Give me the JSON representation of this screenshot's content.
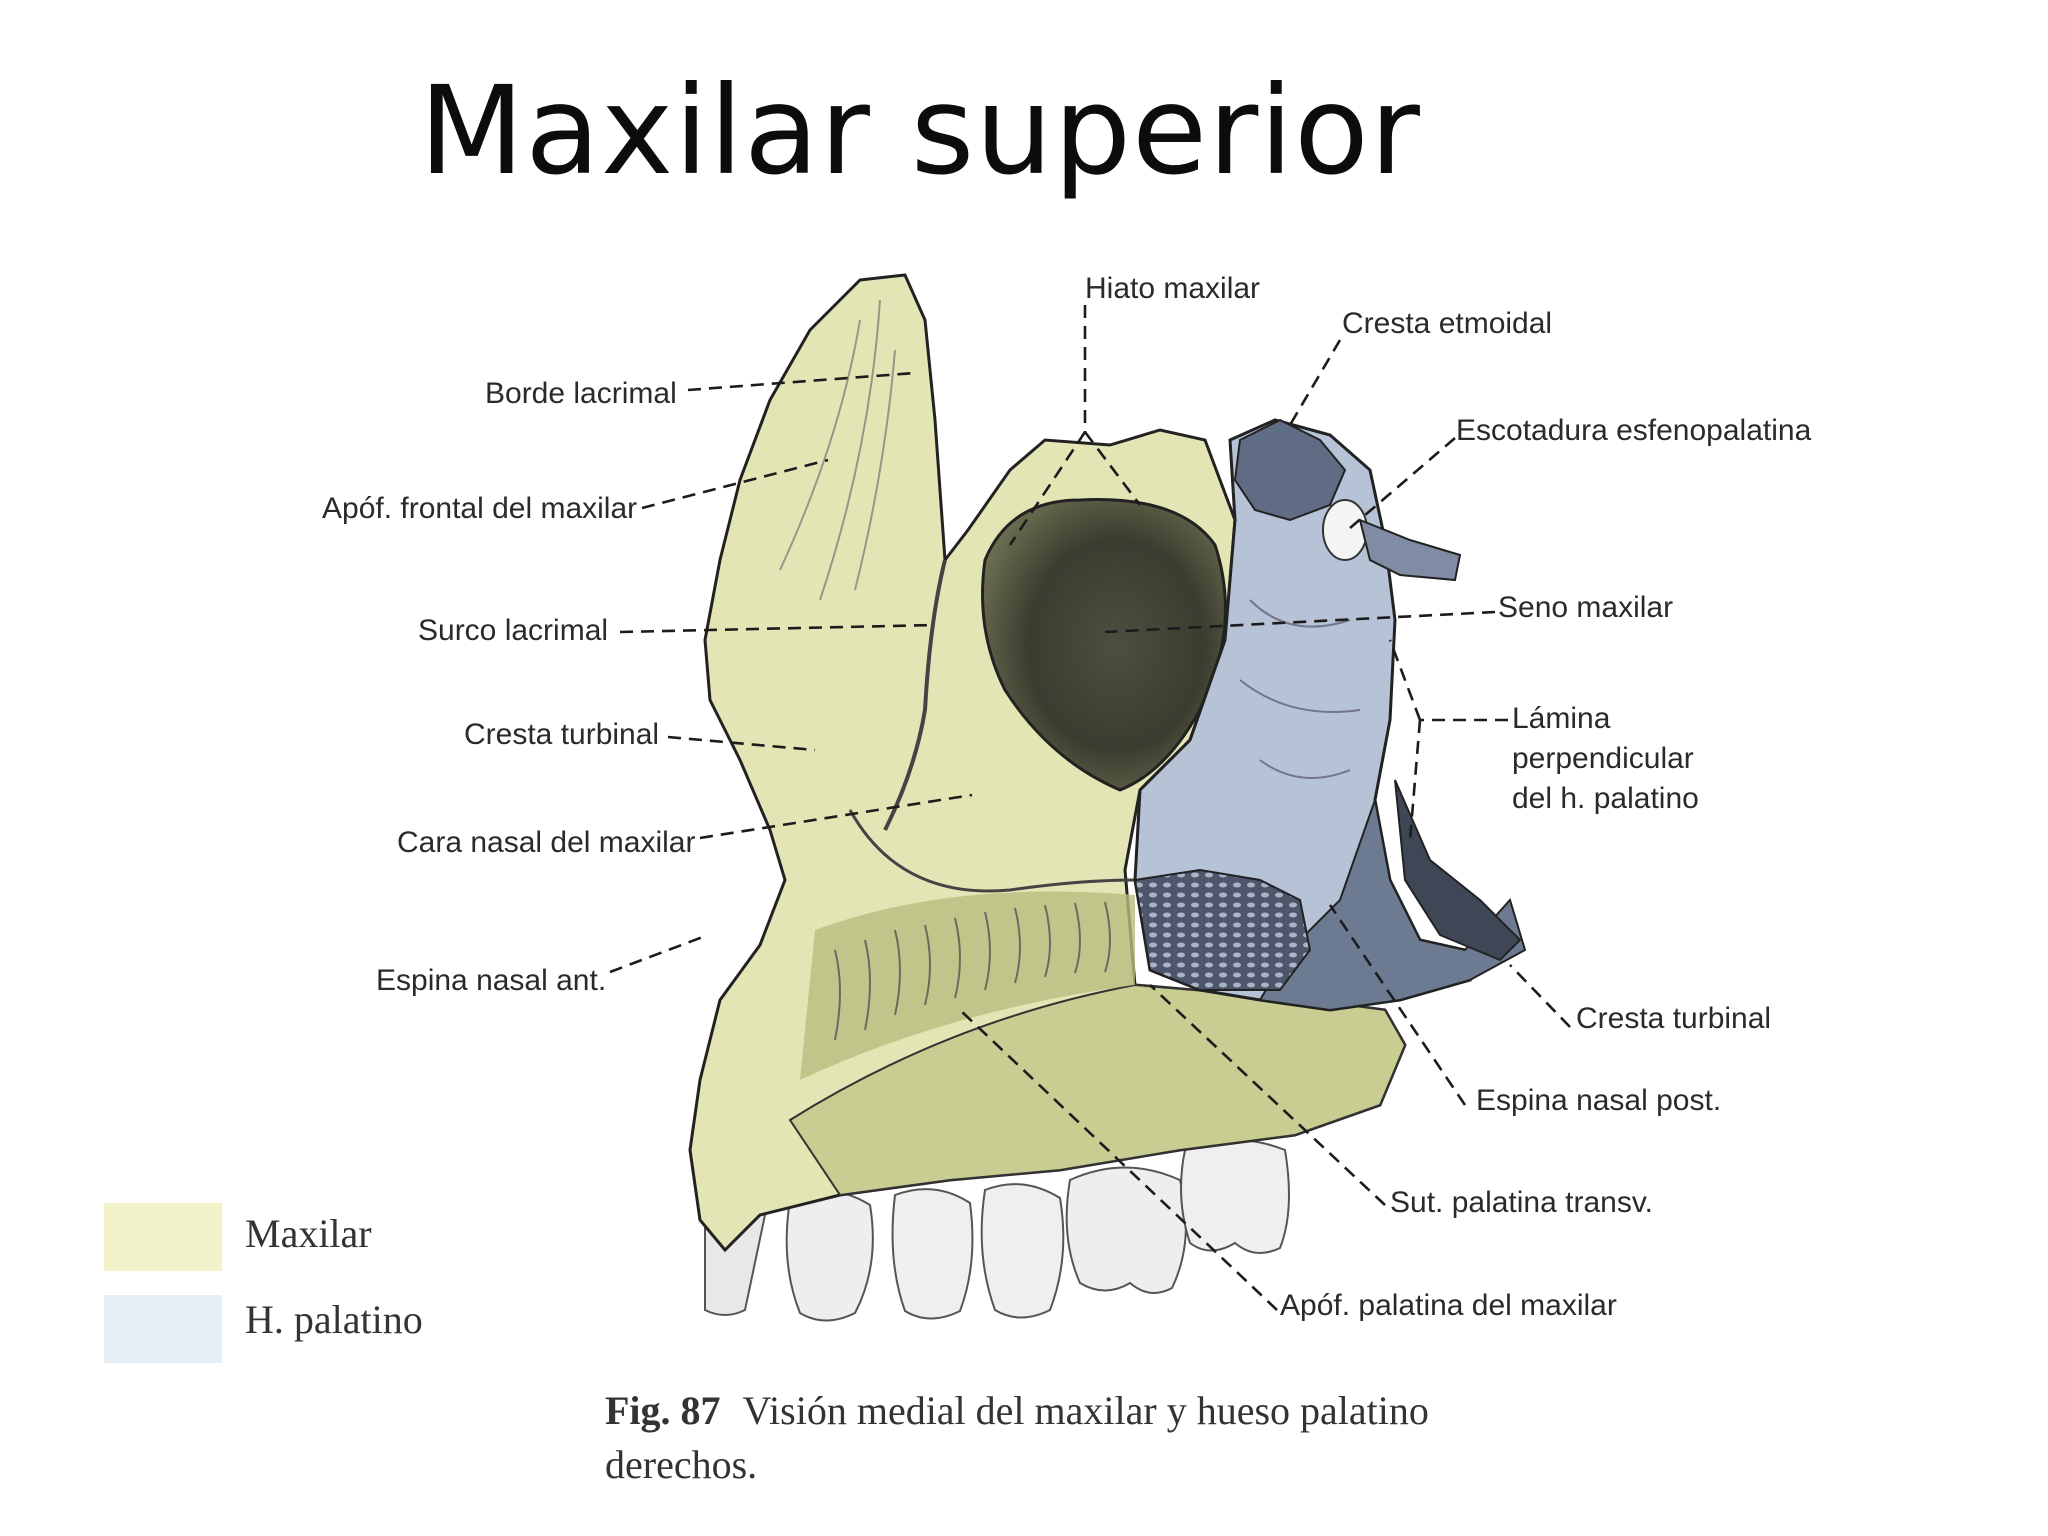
{
  "title": "Maxilar superior",
  "colors": {
    "maxilar": "#e3e6b4",
    "palatino": "#b6c2d6",
    "palatino_dark": "#6d7b92",
    "teeth": "#ededed",
    "legend_maxilar": "#f2f3c8",
    "legend_palatino": "#e4eef6"
  },
  "labels": {
    "borde_lacrimal": "Borde lacrimal",
    "apof_frontal": "Apóf. frontal del maxilar",
    "surco_lacrimal": "Surco lacrimal",
    "cresta_turbinal_left": "Cresta turbinal",
    "cara_nasal": "Cara nasal del maxilar",
    "espina_nasal_ant": "Espina nasal ant.",
    "hiato_maxilar": "Hiato maxilar",
    "cresta_etmoidal": "Cresta etmoidal",
    "escotadura": "Escotadura esfenopalatina",
    "seno_maxilar": "Seno maxilar",
    "lamina_1": "Lámina",
    "lamina_2": "perpendicular",
    "lamina_3": "del h. palatino",
    "cresta_turbinal_right": "Cresta turbinal",
    "espina_nasal_post": "Espina nasal post.",
    "sut_palatina": "Sut. palatina transv.",
    "apof_palatina": "Apóf. palatina del maxilar"
  },
  "legend": {
    "maxilar": "Maxilar",
    "palatino": "H. palatino"
  },
  "caption": {
    "number": "Fig. 87",
    "line1": "Visión medial del maxilar y hueso palatino",
    "line2": "derechos."
  }
}
